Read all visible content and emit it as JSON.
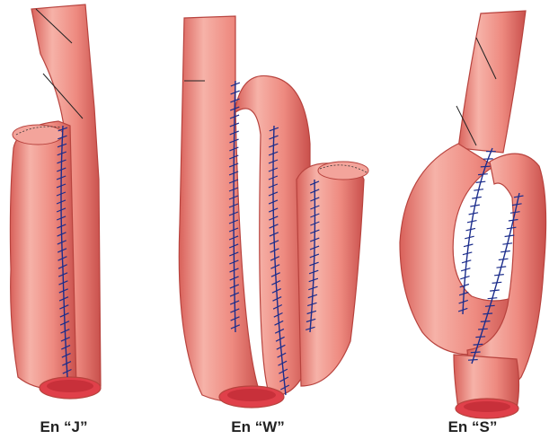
{
  "colors": {
    "tissue_light": "#f6b2a8",
    "tissue_mid": "#ee8a80",
    "tissue_dark": "#d9615a",
    "outline": "#b8433e",
    "lumen": "#e0404a",
    "suture": "#1c2d8c",
    "cut_line": "#222222"
  },
  "figures": [
    {
      "id": "j-pouch",
      "caption": "En “J”"
    },
    {
      "id": "w-pouch",
      "caption": "En “W”"
    },
    {
      "id": "s-pouch",
      "caption": "En “S”"
    }
  ]
}
